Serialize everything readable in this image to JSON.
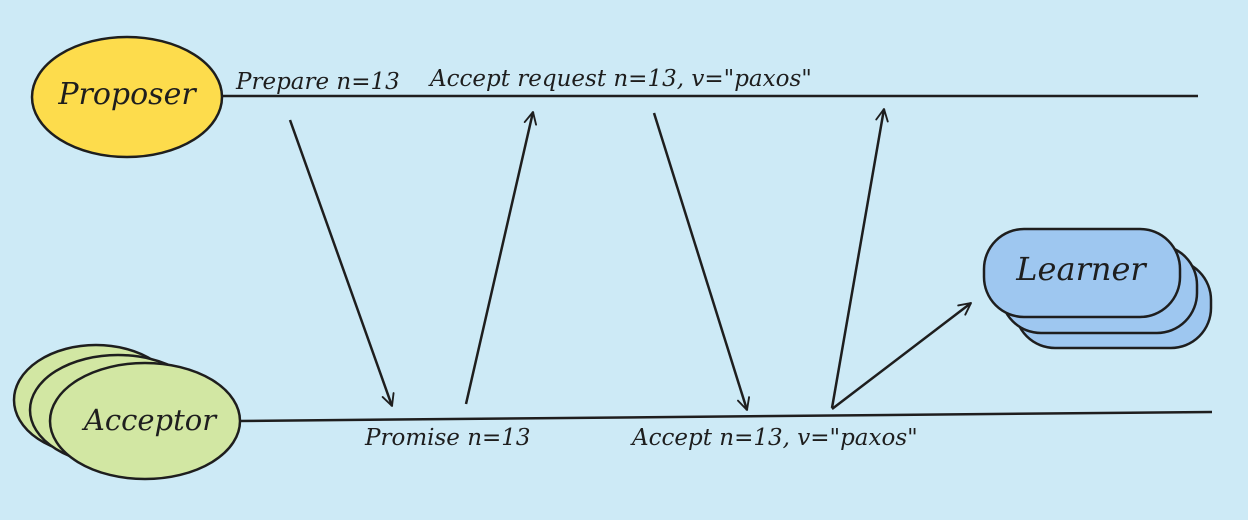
{
  "nodes": {
    "proposer": "Proposer",
    "acceptor": "Acceptor",
    "learner": "Learner"
  },
  "messages": {
    "prepare": "Prepare n=13",
    "promise": "Promise n=13",
    "accept_request": "Accept request n=13, v=\"paxos\"",
    "accept": "Accept n=13, v=\"paxos\""
  },
  "colors": {
    "background": "#cdeaf6",
    "proposer_fill": "#fddc4c",
    "acceptor_fill": "#d2e7a3",
    "learner_fill": "#9ec7f0",
    "stroke": "#1e1e1e"
  }
}
